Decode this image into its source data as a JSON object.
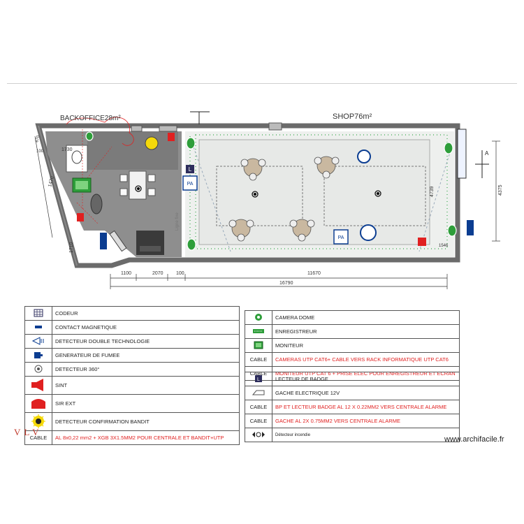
{
  "plan": {
    "rooms": {
      "backoffice": "BACKOFFICE28m²",
      "shop": "SHOP76m²"
    },
    "dimensions": {
      "bottom_1100": "1100",
      "bottom_2070": "2070",
      "bottom_100": "100",
      "bottom_11670": "11670",
      "total_16790": "16790",
      "right_4375": "4375",
      "inner_4739": "4739",
      "left_1730": "1730",
      "left_1710": "1710",
      "left_1470": "1470",
      "left_100": "100",
      "left_670": "670",
      "left_1546": "1546"
    },
    "section_mark": "A",
    "pa_labels": [
      "PA",
      "PA"
    ],
    "badge_reader_label": "L",
    "vertical_text": "Ligne fixe"
  },
  "legend_left": [
    {
      "icon": "keypad-icon",
      "label": "CODEUR"
    },
    {
      "icon": "magnetic-contact-icon",
      "label": "CONTACT MAGNETIQUE"
    },
    {
      "icon": "dual-tech-detector-icon",
      "label": "DETECTEUR DOUBLE TECHNOLOGIE"
    },
    {
      "icon": "smoke-generator-icon",
      "label": "GENERATEUR DE FUMEE"
    },
    {
      "icon": "detector-360-icon",
      "label": "DETECTEUR 360°"
    },
    {
      "icon": "indoor-siren-icon",
      "label": "SINT"
    },
    {
      "icon": "outdoor-siren-icon",
      "label": "SIR EXT"
    },
    {
      "icon": "bandit-detector-icon",
      "label": "DETECTEUR CONFIRMATION BANDIT"
    },
    {
      "icon": "CABLE",
      "label": "AL 8x0,22 mm2 + XGB 3X1.5MM2 POUR CENTRALE ET BANDIT+UTP",
      "red": true
    }
  ],
  "legend_right_top": [
    {
      "icon": "camera-dome-icon",
      "label": "CAMERA DOME"
    },
    {
      "icon": "recorder-icon",
      "label": "ENREGISTREUR"
    },
    {
      "icon": "monitor-icon",
      "label": "MONITEUR"
    },
    {
      "icon": "CABLE",
      "label": "CAMERAS UTP CAT6+ CABLE VERS RACK INFORMATIQUE UTP CAT6",
      "red": true
    },
    {
      "icon": "CABLE",
      "label": "MONITEUR UTP CAT 6  + PRISE ELEC POUR ENREGISTREUR ET ECRAN",
      "red": true
    }
  ],
  "legend_right_bottom": [
    {
      "icon": "badge-reader-icon",
      "label": "LECTEUR DE BADGE"
    },
    {
      "icon": "electric-strike-icon",
      "label": "GACHE ELECTRIQUE 12V"
    },
    {
      "icon": "CABLE",
      "label": "BP ET LECTEUR BADGE AL 12 X 0.22MM2 VERS CENTRALE ALARME",
      "red": true
    },
    {
      "icon": "CABLE",
      "label": " GACHE AL 2X 0.75MM2 VERS CENTRALE ALARME",
      "red": true
    },
    {
      "icon": "fire-detector-icon",
      "label": "Détecteur incendie"
    }
  ],
  "footer": {
    "brand": "VLV",
    "credit": "www.archifacile.fr"
  },
  "colors": {
    "accent_red": "#e02020",
    "camera_green": "#2e9e3a",
    "floor_gray": "#8e8e8e",
    "shop_floor": "#eef0ee"
  }
}
